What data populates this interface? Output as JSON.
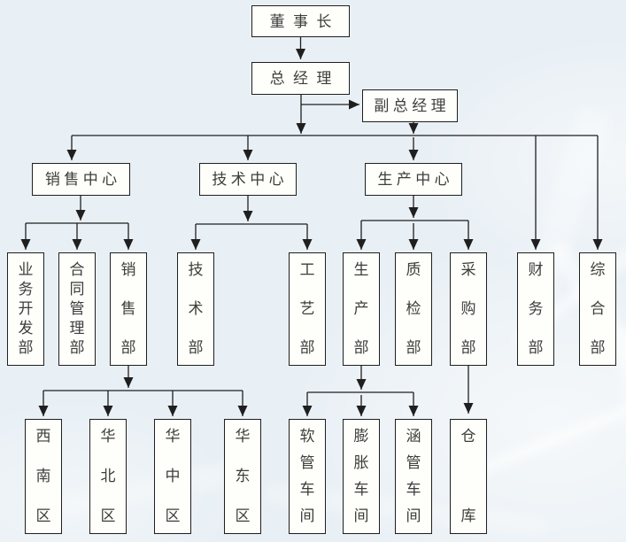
{
  "title": "company-organization-chart",
  "colors": {
    "background": "#e9f0f5",
    "box_background": "#fefefa",
    "box_border": "#1f1f1f",
    "line": "#1f1f1f",
    "text": "#3d3d3d"
  },
  "nodes": [
    {
      "id": "chairman",
      "label": "董事长"
    },
    {
      "id": "general-manager",
      "label": "总经理"
    },
    {
      "id": "deputy-general-manager",
      "label": "副总经理"
    },
    {
      "id": "sales-center",
      "label": "销售中心"
    },
    {
      "id": "technology-center",
      "label": "技术中心"
    },
    {
      "id": "production-center",
      "label": "生产中心"
    },
    {
      "id": "business-development-dept",
      "label": "业务开发部"
    },
    {
      "id": "contract-management-dept",
      "label": "合同管理部"
    },
    {
      "id": "sales-dept",
      "label": "销售部"
    },
    {
      "id": "technical-dept",
      "label": "技术部"
    },
    {
      "id": "process-dept",
      "label": "工艺部"
    },
    {
      "id": "production-dept",
      "label": "生产部"
    },
    {
      "id": "quality-inspection-dept",
      "label": "质检部"
    },
    {
      "id": "purchasing-dept",
      "label": "采购部"
    },
    {
      "id": "finance-dept",
      "label": "财务部"
    },
    {
      "id": "general-affairs-dept",
      "label": "综合部"
    },
    {
      "id": "southwest-region",
      "label": "西南区"
    },
    {
      "id": "north-china-region",
      "label": "华北区"
    },
    {
      "id": "central-china-region",
      "label": "华中区"
    },
    {
      "id": "east-china-region",
      "label": "华东区"
    },
    {
      "id": "hose-workshop",
      "label": "软管车间"
    },
    {
      "id": "expansion-workshop",
      "label": "膨胀车间"
    },
    {
      "id": "culvert-pipe-workshop",
      "label": "涵管车间"
    },
    {
      "id": "warehouse",
      "label": "仓库"
    }
  ],
  "edges": [
    {
      "from": "chairman",
      "to": [
        "general-manager"
      ]
    },
    {
      "from": "general-manager",
      "to": [
        "deputy-general-manager",
        "sales-center",
        "technology-center",
        "production-center",
        "finance-dept",
        "general-affairs-dept"
      ]
    },
    {
      "from": "sales-center",
      "to": [
        "business-development-dept",
        "contract-management-dept",
        "sales-dept"
      ]
    },
    {
      "from": "technology-center",
      "to": [
        "technical-dept",
        "process-dept"
      ]
    },
    {
      "from": "production-center",
      "to": [
        "production-dept",
        "quality-inspection-dept",
        "purchasing-dept"
      ]
    },
    {
      "from": "sales-dept",
      "to": [
        "southwest-region",
        "north-china-region",
        "central-china-region",
        "east-china-region"
      ]
    },
    {
      "from": "production-dept",
      "to": [
        "hose-workshop",
        "expansion-workshop",
        "culvert-pipe-workshop"
      ]
    },
    {
      "from": "purchasing-dept",
      "to": [
        "warehouse"
      ]
    }
  ]
}
